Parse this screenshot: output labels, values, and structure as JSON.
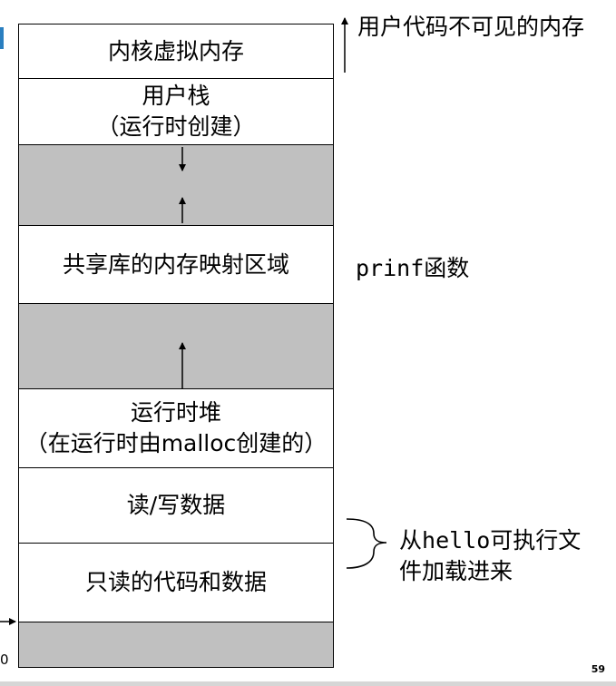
{
  "regions": {
    "kernel": "内核虚拟内存",
    "stack_line1": "用户栈",
    "stack_line2": "（运行时创建）",
    "shared_lib": "共享库的内存映射区域",
    "heap_line1": "运行时堆",
    "heap_line2": "（在运行时由malloc创建的）",
    "rw_data": "读/写数据",
    "ro_code": "只读的代码和数据"
  },
  "annotations": {
    "kernel_note": "用户代码不可见的内存",
    "printf_mono": "prinf",
    "printf_suffix": "函数",
    "hello_line1_prefix": "从",
    "hello_line1_mono": "hello",
    "hello_line1_suffix": "可执行文",
    "hello_line2": "件加载进来"
  },
  "address_zero": "0",
  "page_number": "59",
  "colors": {
    "unused_region": "#c0c0c0",
    "border": "#000000"
  }
}
